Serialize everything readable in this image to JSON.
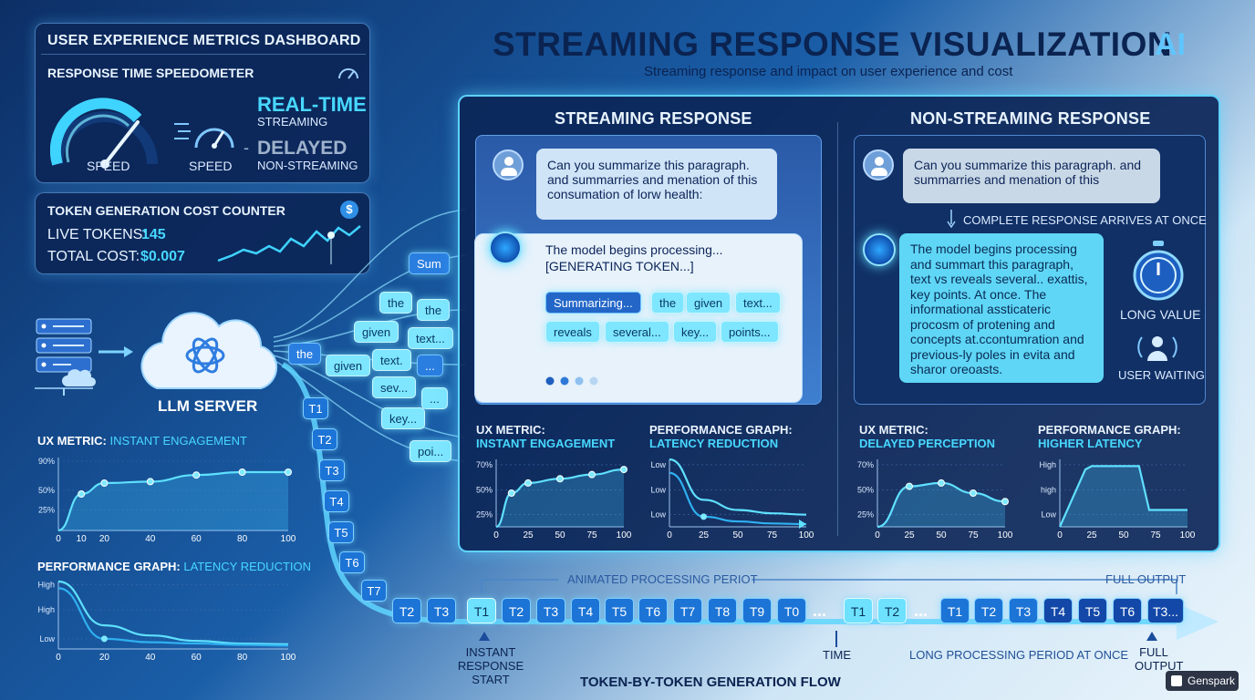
{
  "header": {
    "title": "STREAMING RESPONSE VISUALIZATION",
    "subtitle": "Streaming response and impact on user experience and cost",
    "ai_mark": "AI"
  },
  "dashboard": {
    "title": "USER EXPERIENCE METRICS DASHBOARD",
    "speedometer_title": "RESPONSE TIME SPEEDOMETER",
    "speed_label_1": "SPEED",
    "speed_label_2": "SPEED",
    "realtime": "REAL-TIME",
    "streaming": "STREAMING",
    "dash": "-",
    "delayed": "DELAYED",
    "non_streaming": "NON-STREAMING",
    "cost_title": "TOKEN GENERATION COST COUNTER",
    "live_tokens_label": "LIVE TOKENS:",
    "live_tokens_value": "145",
    "total_cost_label": "TOTAL COST:",
    "total_cost_value": "$0.007",
    "dollar": "$"
  },
  "server": {
    "label": "LLM SERVER"
  },
  "left_ux": {
    "title_a": "UX METRIC:",
    "title_b": "INSTANT ENGAGEMENT",
    "y_ticks": [
      "90%",
      "50%",
      "25%"
    ],
    "x_ticks": [
      "0",
      "10",
      "20",
      "40",
      "60",
      "80",
      "100"
    ]
  },
  "left_perf": {
    "title_a": "PERFORMANCE GRAPH:",
    "title_b": "LATENCY REDUCTION",
    "y_ticks": [
      "High",
      "High",
      "Low"
    ],
    "x_ticks": [
      "0",
      "20",
      "40",
      "60",
      "80",
      "100"
    ]
  },
  "flow_chips": [
    "Sum",
    "the",
    "the",
    "given",
    "text...",
    "the",
    "given",
    "text.",
    "...",
    "sev...",
    "...",
    "key...",
    "poi..."
  ],
  "vertical_tokens": [
    "T1",
    "T2",
    "T3",
    "T4",
    "T5",
    "T6",
    "T7"
  ],
  "streaming": {
    "title": "STREAMING RESPONSE",
    "user_msg": "Can you summarize this paragraph. and summarries and menation of this consumation of lorw health:",
    "ai_line1": "The model begins processing...",
    "ai_line2": "[GENERATING TOKEN...]",
    "tokens": [
      "Summarizing...",
      "the",
      "given",
      "text...",
      "reveals",
      "several...",
      "key...",
      "points..."
    ],
    "ux_title_a": "UX METRIC:",
    "ux_title_b": "INSTANT ENGAGEMENT",
    "ux_y_ticks": [
      "70%",
      "50%",
      "25%"
    ],
    "ux_x_ticks": [
      "0",
      "25",
      "50",
      "75",
      "100"
    ],
    "perf_title_a": "PERFORMANCE GRAPH:",
    "perf_title_b": "LATENCY REDUCTION",
    "perf_y_ticks": [
      "Low",
      "Low",
      "Low"
    ],
    "perf_x_ticks": [
      "0",
      "25",
      "50",
      "75",
      "100"
    ]
  },
  "nonstreaming": {
    "title": "NON-STREAMING RESPONSE",
    "user_msg": "Can you summarize this paragraph. and summarries and menation of this",
    "arrives": "COMPLETE RESPONSE ARRIVES AT ONCE",
    "ai_msg": "The model begins processing and summart this paragraph, text vs reveals several.. exattis, key points. At once. The informational assticateric procosm of protening and concepts at.ccontumration and previous-ly poles in evita and sharor oreoasts.",
    "long_value": "LONG VALUE",
    "user_waiting": "USER WAITING",
    "ux_title_a": "UX METRIC:",
    "ux_title_b": "DELAYED PERCEPTION",
    "ux_y_ticks": [
      "70%",
      "50%",
      "25%"
    ],
    "ux_x_ticks": [
      "0",
      "25",
      "50",
      "75",
      "100"
    ],
    "perf_title_a": "PERFORMANCE GRAPH:",
    "perf_title_b": "HIGHER LATENCY",
    "perf_y_ticks": [
      "High",
      "high",
      "Low"
    ],
    "perf_x_ticks": [
      "0",
      "25",
      "50",
      "75",
      "100"
    ]
  },
  "timeline": {
    "tokens": [
      "T2",
      "T3",
      "T1",
      "T2",
      "T3",
      "T4",
      "T5",
      "T6",
      "T7",
      "T8",
      "T9",
      "T0",
      "...",
      "T1",
      "T2",
      "...",
      "T1",
      "T2",
      "T3",
      "T4",
      "T5",
      "T6",
      "T3..."
    ],
    "processing_label": "ANIMATED PROCESSING PERIOT",
    "full_output_top": "FULL OUTPUT",
    "instant_label": "INSTANT RESPONSE START",
    "time_label": "TIME",
    "long_label": "LONG PROCESSING PERIOD AT ONCE",
    "full_output_bottom": "FULL OUTPUT",
    "flow_label": "TOKEN-BY-TOKEN GENERATION FLOW"
  },
  "brand": {
    "name": "Genspark"
  },
  "colors": {
    "accent": "#47d8ff",
    "panel": "#0c2658",
    "token": "#1c74d6",
    "highlight": "#6ee1ff"
  },
  "chart_data": [
    {
      "type": "area",
      "x": [
        0,
        10,
        20,
        40,
        60,
        80,
        100
      ],
      "y": [
        0,
        50,
        65,
        67,
        76,
        80,
        80
      ],
      "ylim": [
        0,
        100
      ]
    },
    {
      "type": "line",
      "series": [
        {
          "x": [
            0,
            20,
            40,
            60,
            80,
            100
          ],
          "values": [
            100,
            35,
            20,
            12,
            8,
            7
          ]
        },
        {
          "x": [
            0,
            20,
            40,
            60,
            80,
            100
          ],
          "values": [
            90,
            15,
            10,
            8,
            6,
            5
          ]
        }
      ],
      "ylim": [
        0,
        100
      ]
    },
    {
      "type": "area",
      "x": [
        0,
        12,
        25,
        50,
        75,
        100
      ],
      "y": [
        0,
        40,
        52,
        57,
        62,
        68
      ],
      "ylim": [
        0,
        80
      ]
    },
    {
      "type": "line",
      "series": [
        {
          "x": [
            0,
            25,
            50,
            75,
            100
          ],
          "values": [
            100,
            40,
            25,
            20,
            18
          ]
        },
        {
          "x": [
            0,
            25,
            50,
            75,
            100
          ],
          "values": [
            80,
            15,
            8,
            5,
            4
          ]
        }
      ],
      "ylim": [
        0,
        100
      ]
    },
    {
      "type": "area",
      "x": [
        0,
        25,
        50,
        75,
        100
      ],
      "y": [
        0,
        48,
        52,
        40,
        30
      ],
      "ylim": [
        0,
        80
      ]
    },
    {
      "type": "area",
      "x": [
        0,
        20,
        25,
        62,
        70,
        100
      ],
      "y": [
        0,
        85,
        90,
        90,
        25,
        25
      ],
      "ylim": [
        0,
        100
      ]
    }
  ]
}
